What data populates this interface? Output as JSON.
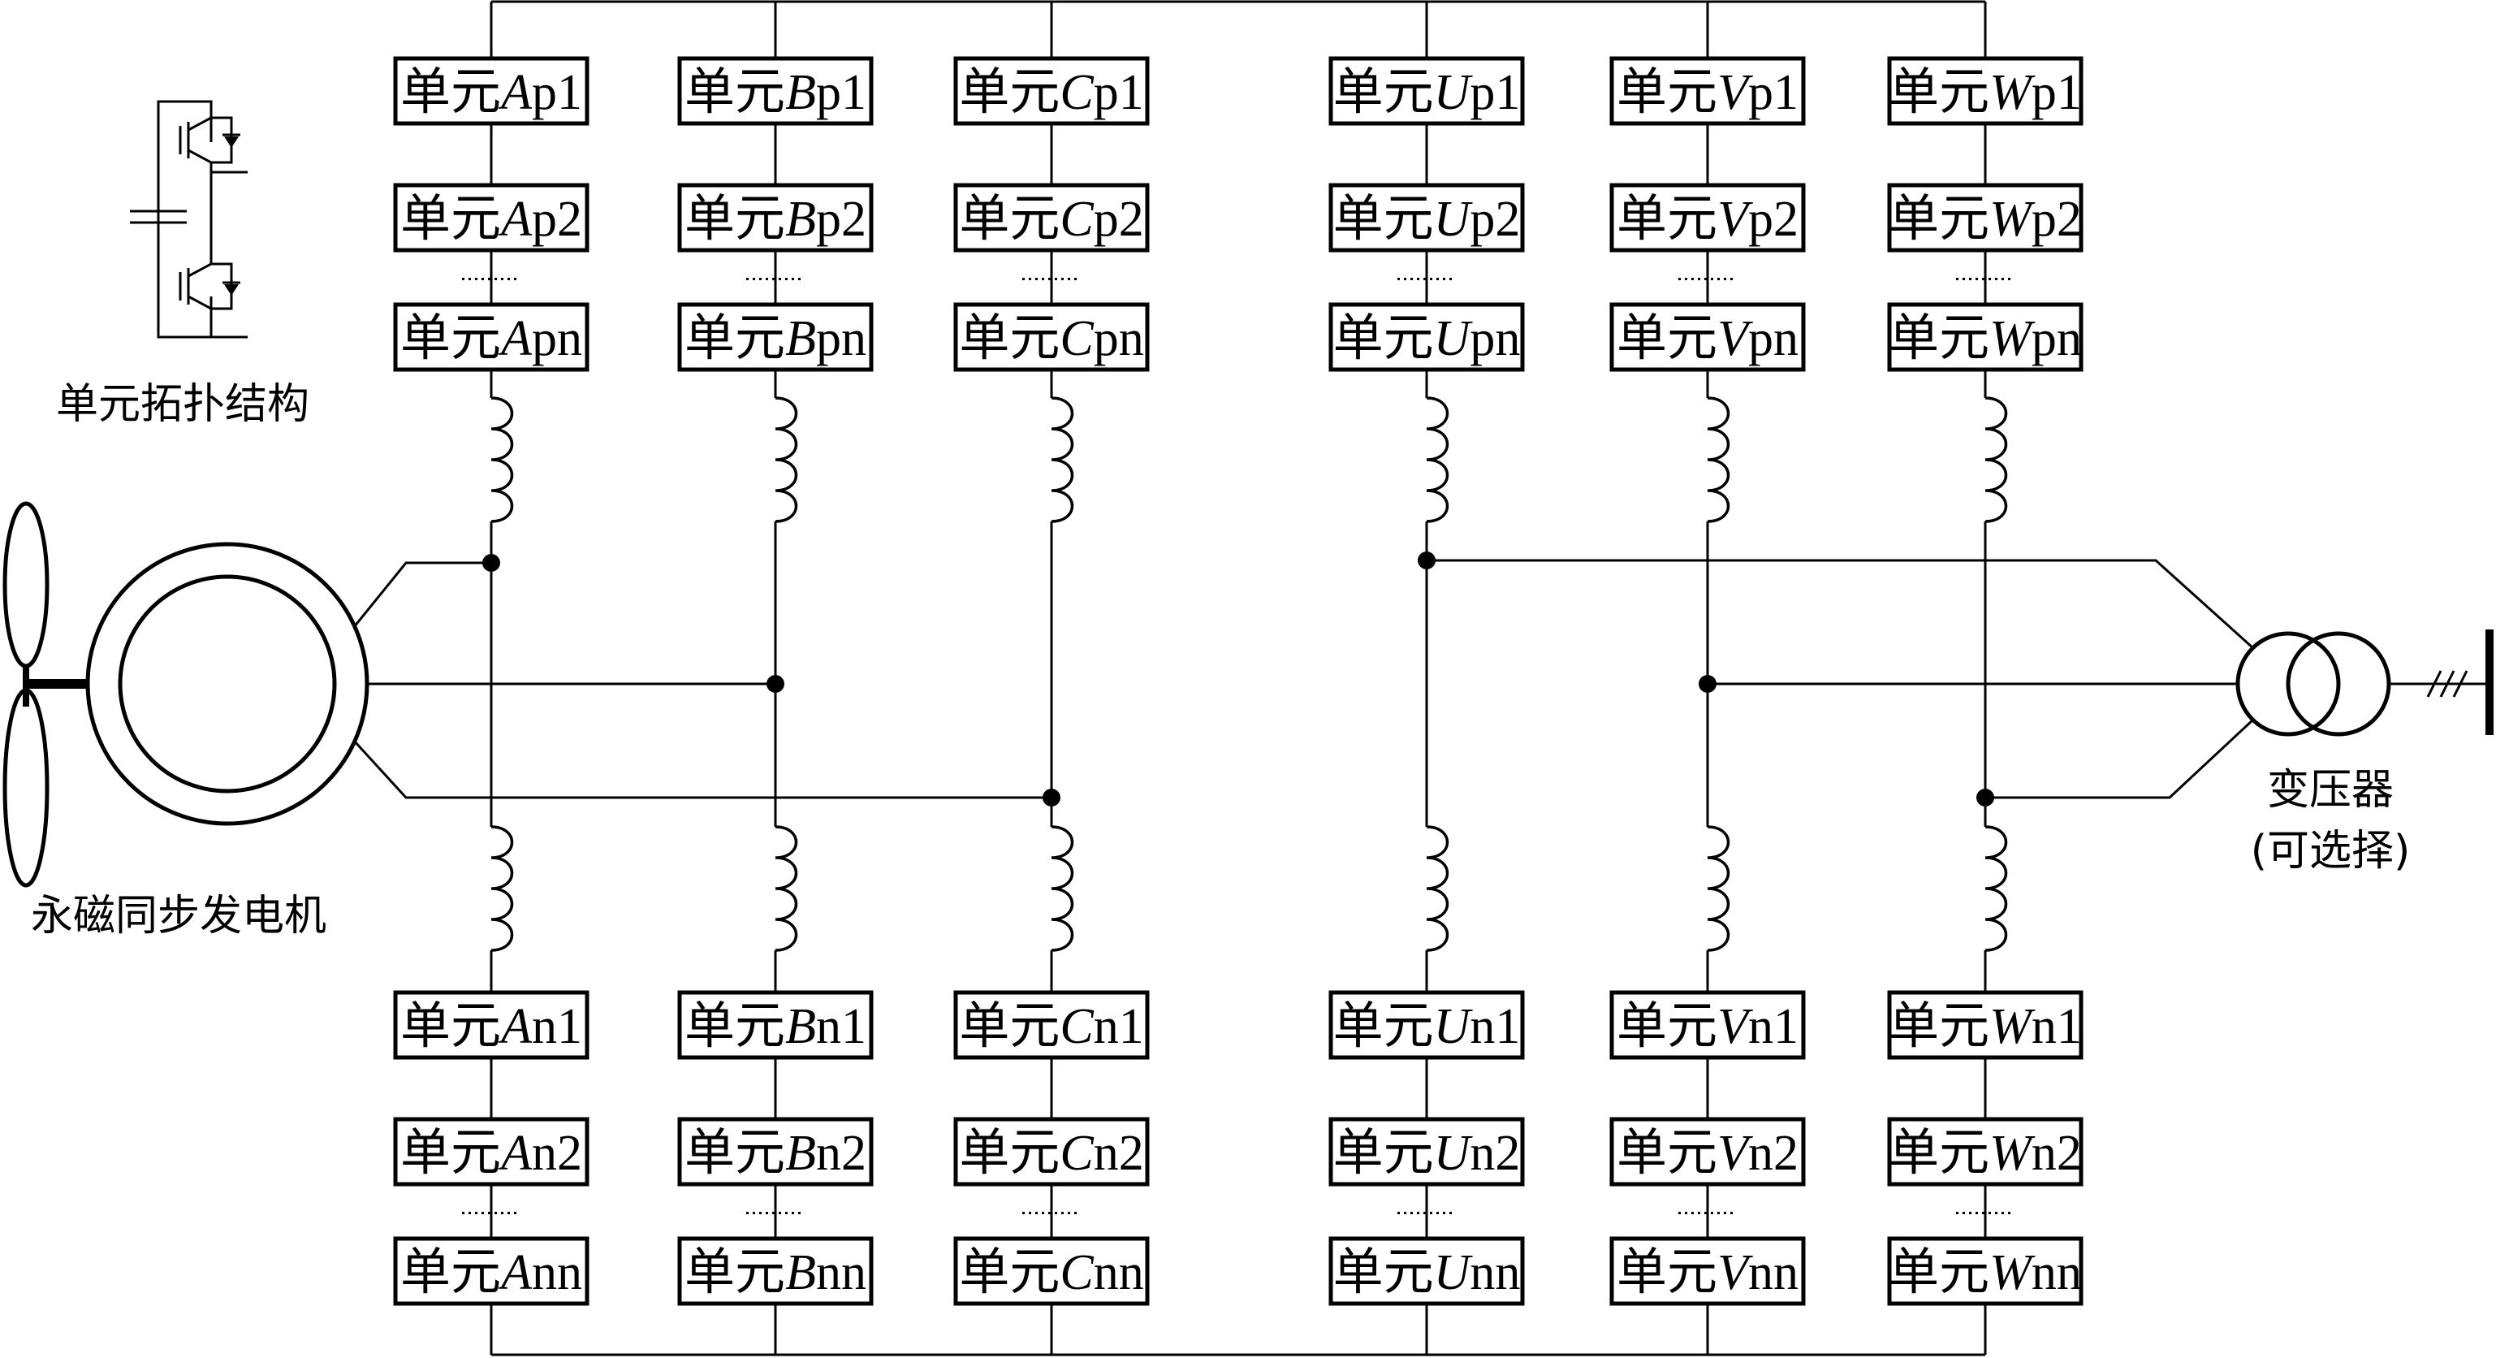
{
  "prefix": "单元",
  "cell_topology_label": "单元拓扑结构",
  "generator_label": "永磁同步发电机",
  "transformer_label_1": "变压器",
  "transformer_label_2": "(可选择)",
  "phases": [
    {
      "letter": "A",
      "upper": [
        "p1",
        "p2",
        "pn"
      ],
      "lower": [
        "n1",
        "n2",
        "nn"
      ]
    },
    {
      "letter": "B",
      "upper": [
        "p1",
        "p2",
        "pn"
      ],
      "lower": [
        "n1",
        "n2",
        "nn"
      ]
    },
    {
      "letter": "C",
      "upper": [
        "p1",
        "p2",
        "pn"
      ],
      "lower": [
        "n1",
        "n2",
        "nn"
      ]
    },
    {
      "letter": "U",
      "upper": [
        "p1",
        "p2",
        "pn"
      ],
      "lower": [
        "n1",
        "n2",
        "nn"
      ]
    },
    {
      "letter": "V",
      "upper": [
        "p1",
        "p2",
        "pn"
      ],
      "lower": [
        "n1",
        "n2",
        "nn"
      ]
    },
    {
      "letter": "W",
      "upper": [
        "p1",
        "p2",
        "pn"
      ],
      "lower": [
        "n1",
        "n2",
        "nn"
      ]
    }
  ]
}
